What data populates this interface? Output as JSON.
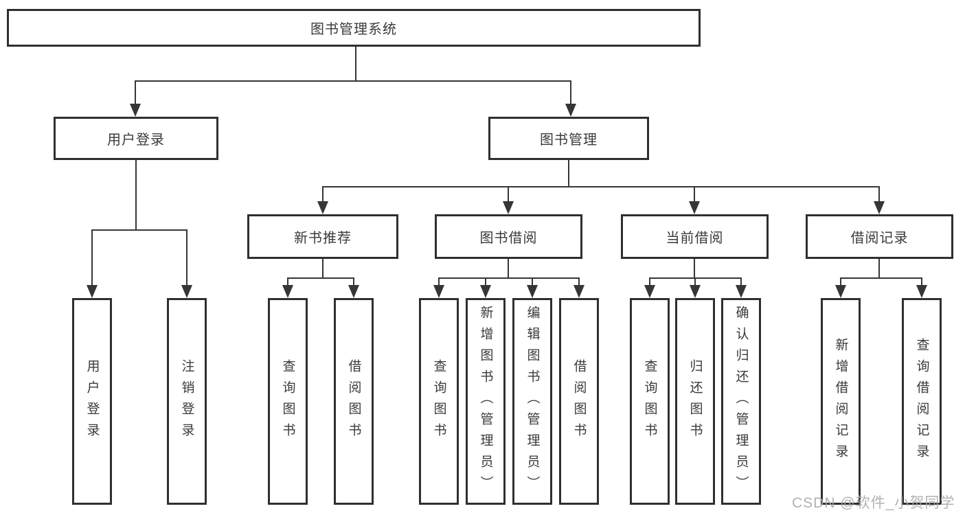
{
  "tree": {
    "root": {
      "label": "图书管理系统"
    },
    "branches": [
      {
        "label": "用户登录",
        "children": [
          {
            "label": "用户登录"
          },
          {
            "label": "注销登录"
          }
        ]
      },
      {
        "label": "图书管理",
        "children": [
          {
            "label": "新书推荐",
            "children": [
              {
                "label": "查询图书"
              },
              {
                "label": "借阅图书"
              }
            ]
          },
          {
            "label": "图书借阅",
            "children": [
              {
                "label": "查询图书"
              },
              {
                "label": "新增图书（管理员）"
              },
              {
                "label": "编辑图书（管理员）"
              },
              {
                "label": "借阅图书"
              }
            ]
          },
          {
            "label": "当前借阅",
            "children": [
              {
                "label": "查询图书"
              },
              {
                "label": "归还图书"
              },
              {
                "label": "确认归还（管理员）"
              }
            ]
          },
          {
            "label": "借阅记录",
            "children": [
              {
                "label": "新增借阅记录"
              },
              {
                "label": "查询借阅记录"
              }
            ]
          }
        ]
      }
    ]
  },
  "watermark": {
    "text": "CSDN @软件_小贺同学"
  },
  "colors": {
    "line": "#363636",
    "box_border": "#2f2f2f",
    "text": "#3a3a3a",
    "watermark": "#a8a8a8",
    "background": "#ffffff"
  }
}
